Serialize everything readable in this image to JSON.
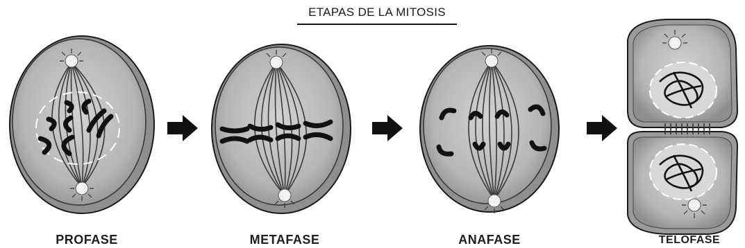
{
  "title": "ETAPAS DE LA MITOSIS",
  "stages": [
    {
      "label": "PROFASE"
    },
    {
      "label": "METAFASE"
    },
    {
      "label": "ANAFASE"
    },
    {
      "label": "TELOFASE"
    }
  ],
  "colors": {
    "cell_fill": "#9a9a9a",
    "cell_inner": "#c4c4c4",
    "outline": "#1a1a1a",
    "chromosome": "#111111",
    "arrow": "#111111"
  }
}
